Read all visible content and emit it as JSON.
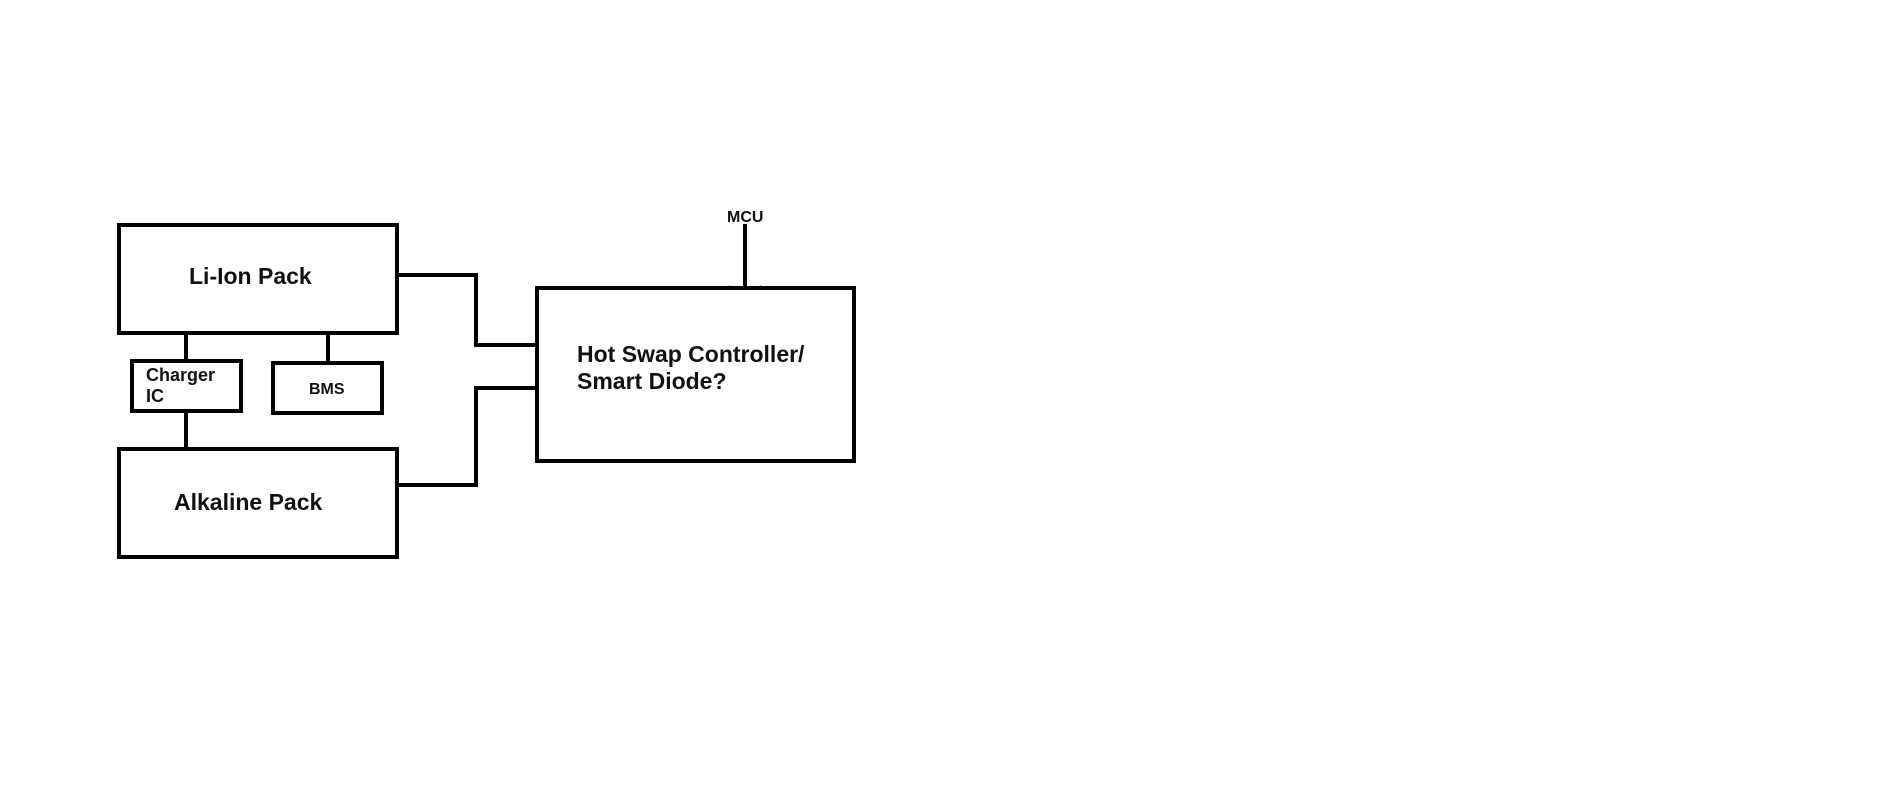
{
  "diagram": {
    "nodes": {
      "li_ion_pack": {
        "label": "Li-Ion Pack"
      },
      "charger_ic": {
        "label_line1": "Charger",
        "label_line2": "IC"
      },
      "bms": {
        "label": "BMS"
      },
      "alkaline_pack": {
        "label": "Alkaline Pack"
      },
      "hot_swap_controller": {
        "label_line1": "Hot Swap Controller/",
        "label_line2": "Smart Diode?"
      },
      "mcu": {
        "label": "MCU"
      }
    },
    "edges": [
      {
        "from": "li_ion_pack",
        "to": "hot_swap_controller"
      },
      {
        "from": "alkaline_pack",
        "to": "hot_swap_controller"
      },
      {
        "from": "li_ion_pack",
        "to": "charger_ic"
      },
      {
        "from": "charger_ic",
        "to": "alkaline_pack"
      },
      {
        "from": "li_ion_pack",
        "to": "bms"
      },
      {
        "from": "mcu",
        "to": "hot_swap_controller"
      }
    ],
    "colors": {
      "stroke": "#000000",
      "text": "#111111",
      "background": "#ffffff"
    }
  }
}
